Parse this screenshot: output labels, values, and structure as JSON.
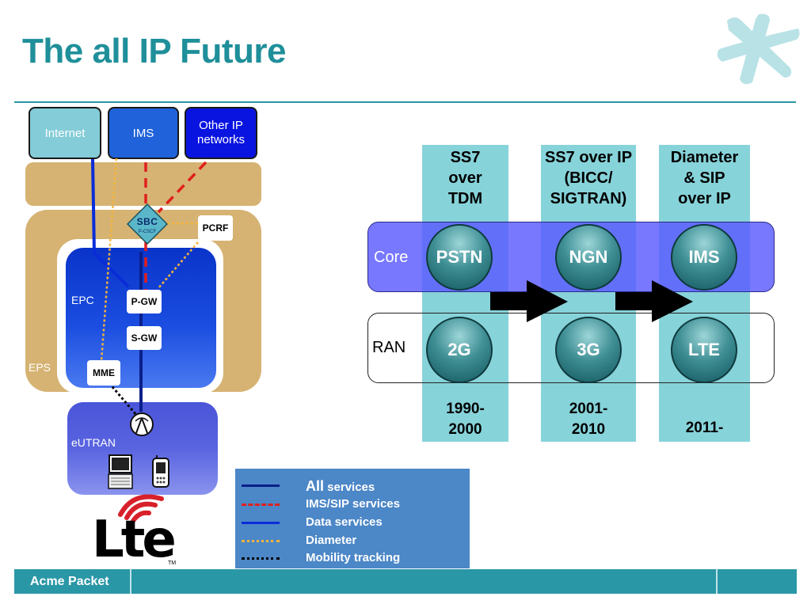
{
  "title": "The all IP Future",
  "left_diagram": {
    "clouds": {
      "internet": "Internet",
      "ims": "IMS",
      "other_ip": "Other IP networks"
    },
    "sbc": "SBC",
    "sbc_sub": "P-CSCF",
    "pcrf": "PCRF",
    "epc": "EPC",
    "eps": "EPS",
    "pgw": "P-GW",
    "sgw": "S-GW",
    "mme": "MME",
    "eutran": "eUTRAN"
  },
  "evolution": {
    "rows": {
      "core": "Core",
      "ran": "RAN"
    },
    "columns": [
      {
        "header": [
          "SS7",
          "over",
          "TDM"
        ],
        "core": "PSTN",
        "ran": "2G",
        "years": [
          "1990-",
          "2000"
        ]
      },
      {
        "header": [
          "SS7 over IP",
          "(BICC/",
          "SIGTRAN)"
        ],
        "core": "NGN",
        "ran": "3G",
        "years": [
          "2001-",
          "2010"
        ]
      },
      {
        "header": [
          "Diameter",
          "& SIP",
          "over IP"
        ],
        "core": "IMS",
        "ran": "LTE",
        "years": [
          "2011-"
        ]
      }
    ]
  },
  "legend": [
    {
      "label_main": "All",
      "label_rest": " services",
      "style": "solid",
      "color": "#0a1f8a"
    },
    {
      "label_main": "IMS/SIP services",
      "label_rest": "",
      "style": "dashed",
      "color": "#e0201c"
    },
    {
      "label_main": "Data services",
      "label_rest": "",
      "style": "solid",
      "color": "#0a2cd8"
    },
    {
      "label_main": "Diameter",
      "label_rest": "",
      "style": "dotted",
      "color": "#f5b53a"
    },
    {
      "label_main": "Mobility tracking",
      "label_rest": "",
      "style": "dotted",
      "color": "#000000"
    }
  ],
  "logo_text": "Lte",
  "footer": "Acme Packet",
  "colors": {
    "accent": "#2a97a6",
    "tan": "#d6b373",
    "column": "#87d3da",
    "core_band": "#7575ff"
  }
}
